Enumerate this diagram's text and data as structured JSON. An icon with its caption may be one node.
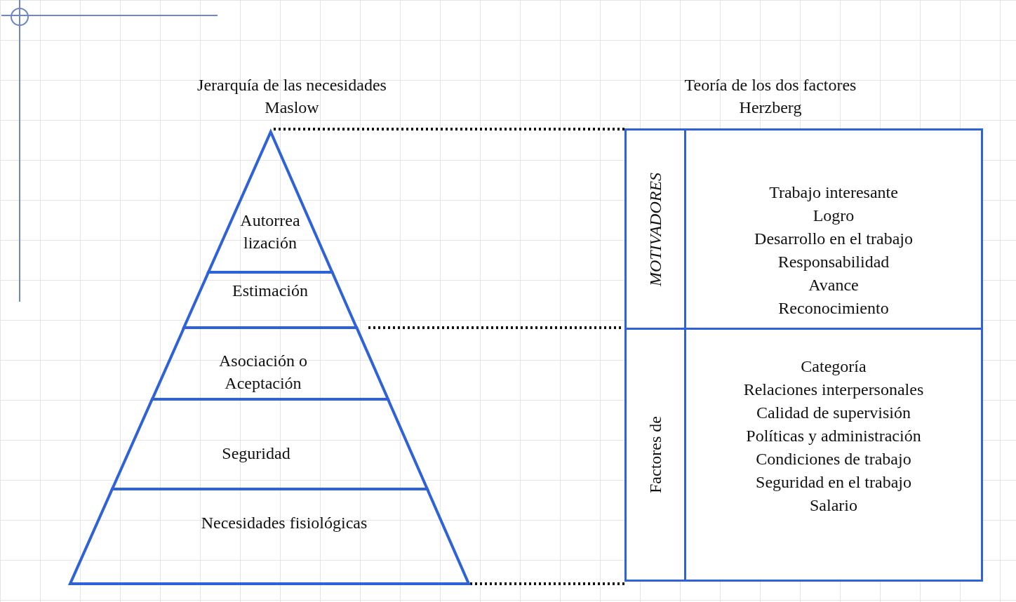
{
  "diagram": {
    "nodes": [
      {
        "text": [
          "Autorrea lización"
        ]
      },
      {
        "text": [
          "Estimación"
        ]
      },
      {
        "text": [
          "Asociación o Aceptación"
        ]
      },
      {
        "text": [
          "Seguridad"
        ]
      },
      {
        "text": [
          "Necesidades fisiológicas"
        ]
      },
      {
        "text": [
          "MOTIVADORES"
        ]
      },
      {
        "text": [
          "Trabajo interesante",
          "Logro",
          "Desarrollo en el trabajo",
          "Responsabilidad",
          "Avance",
          "Reconocimiento"
        ]
      },
      {
        "text": [
          "Factores de"
        ]
      },
      {
        "text": [
          "Categoría",
          "Relaciones interpersonales",
          "Calidad de supervisión",
          "Políticas y administración",
          "Condiciones de trabajo",
          "Seguridad en el trabajo",
          "Salario"
        ]
      }
    ],
    "edges": [
      {
        "from": 0,
        "to": 5,
        "arrow": "none",
        "style": "dashed"
      },
      {
        "from": 4,
        "to": 7,
        "arrow": "none",
        "style": "dashed"
      }
    ],
    "labels": [
      "Jerarquía de las necesidades",
      "Maslow",
      "Teoría de los dos factores",
      "Herzberg"
    ]
  }
}
